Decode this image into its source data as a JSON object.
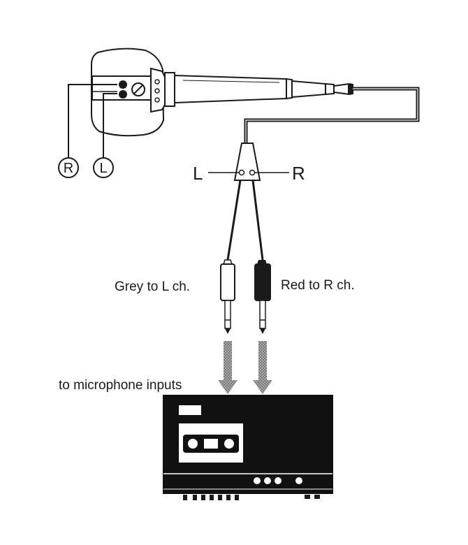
{
  "mic": {
    "r_marker": "R",
    "l_marker": "L"
  },
  "splitter": {
    "left_label": "L",
    "right_label": "R"
  },
  "plugs": {
    "grey_label": "Grey to L ch.",
    "red_label": "Red to R ch."
  },
  "recorder": {
    "input_label": "to microphone inputs"
  },
  "colors": {
    "ink": "#1a1a1a",
    "arrow": "#8c8c8c",
    "paper": "#ffffff"
  }
}
